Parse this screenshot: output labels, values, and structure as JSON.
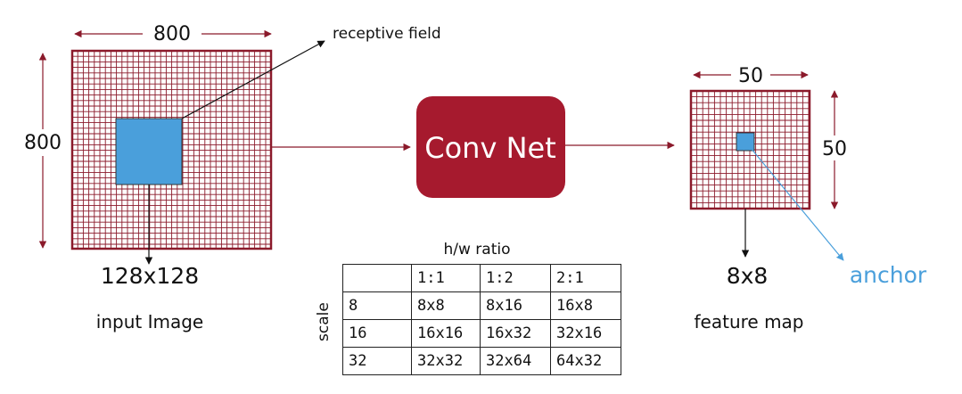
{
  "input": {
    "width_label": "800",
    "height_label": "800",
    "patch_size_label": "128x128",
    "caption": "input Image",
    "receptive_field_label": "receptive field"
  },
  "network": {
    "label": "Conv Net"
  },
  "feature_map": {
    "width_label": "50",
    "height_label": "50",
    "cell_size_label": "8x8",
    "caption": "feature map",
    "anchor_label": "anchor"
  },
  "anchor_table": {
    "column_header": "h/w ratio",
    "row_header": "scale",
    "ratios": [
      "1:1",
      "1:2",
      "2:1"
    ],
    "rows": [
      {
        "scale": "8",
        "cells": [
          "8x8",
          "8x16",
          "16x8"
        ]
      },
      {
        "scale": "16",
        "cells": [
          "16x16",
          "16x32",
          "32x16"
        ]
      },
      {
        "scale": "32",
        "cells": [
          "32x32",
          "32x64",
          "64x32"
        ]
      }
    ]
  },
  "colors": {
    "grid": "#8b1a2b",
    "network_fill": "#a61a2e",
    "highlight_fill": "#4a9fdb",
    "anchor_text": "#4a9fdb"
  }
}
